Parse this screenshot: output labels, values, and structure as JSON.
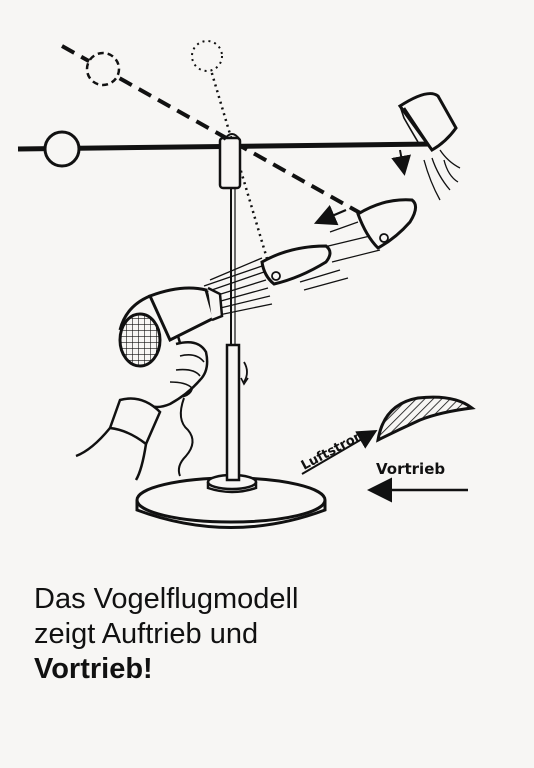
{
  "figure": {
    "labels": {
      "luftstrom": "Luftstrom",
      "vortrieb": "Vortrieb"
    }
  },
  "caption": {
    "line1": "Das Vogelflugmodell",
    "line2": "zeigt Auftrieb und",
    "line3": "Vortrieb!"
  },
  "colors": {
    "ink": "#111111",
    "paper": "#f7f6f4"
  }
}
